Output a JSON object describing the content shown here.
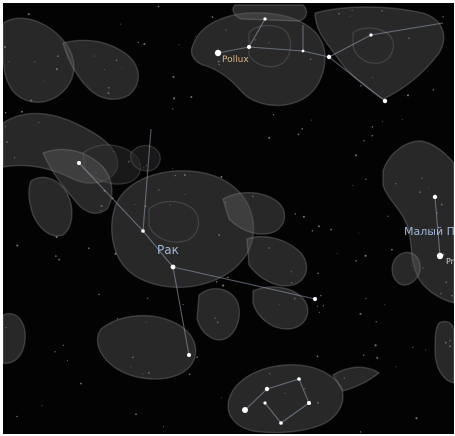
{
  "labels": {
    "pollux": "Pollux",
    "cancer": "Рак",
    "canis_minor": "Малый П",
    "procyon": "Pro"
  },
  "colors": {
    "sky": "#030304",
    "star_label": "#d9b58a",
    "constellation_label": "#9fb6d6",
    "constellation_line": "#9aa8ba",
    "artwork": "#5c5c5e"
  }
}
